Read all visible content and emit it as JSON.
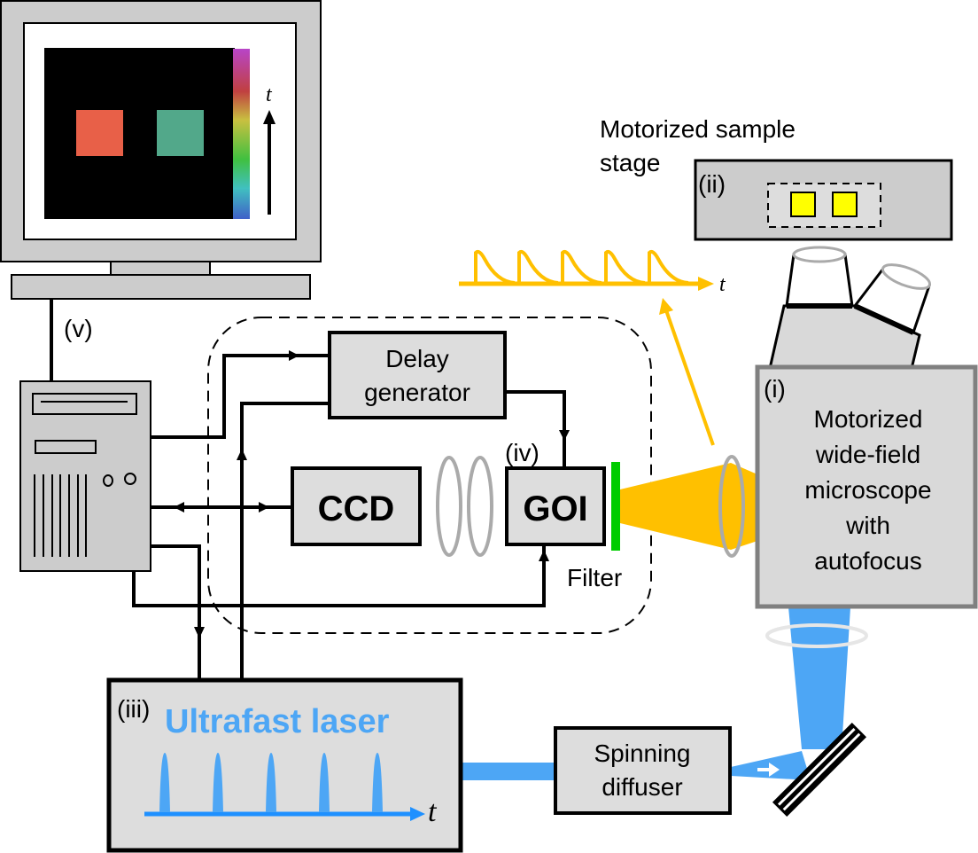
{
  "diagram": {
    "type": "experimental-setup-schematic",
    "components": {
      "computer": {
        "label": "(v)",
        "screen": {
          "axis_label": "t",
          "colorbar_colors": [
            "#b845c8",
            "#c04040",
            "#c8c040",
            "#40c040",
            "#40c0c0",
            "#4060c8"
          ],
          "spots": [
            {
              "color": "#e86048"
            },
            {
              "color": "#52a88a"
            }
          ]
        }
      },
      "delay_generator": {
        "label_line1": "Delay",
        "label_line2": "generator"
      },
      "ccd": {
        "label": "CCD"
      },
      "goi": {
        "tag": "(iv)",
        "label": "GOI"
      },
      "filter": {
        "label": "Filter",
        "color": "#00cc00"
      },
      "sample_stage": {
        "label_line1": "Motorized sample",
        "label_line2": "stage",
        "tag": "(ii)",
        "sample_color": "#ffff00"
      },
      "emission_signal": {
        "axis_label": "t",
        "color": "#ffc000",
        "pulse_count": 5
      },
      "microscope": {
        "tag": "(i)",
        "label_lines": [
          "Motorized",
          "wide-field",
          "microscope",
          "with",
          "autofocus"
        ]
      },
      "laser": {
        "tag": "(iii)",
        "label": "Ultrafast laser",
        "axis_label": "t",
        "color": "#4da6f5",
        "pulse_count": 5
      },
      "spinning_diffuser": {
        "label_line1": "Spinning",
        "label_line2": "diffuser"
      }
    }
  }
}
